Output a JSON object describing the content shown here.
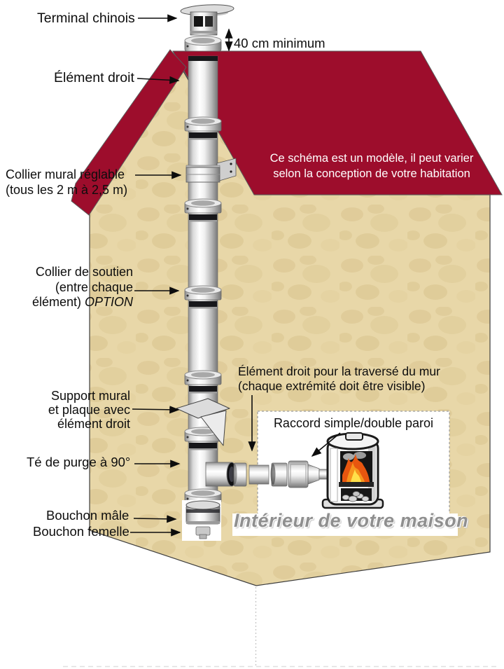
{
  "labels": {
    "terminal_chinois": "Terminal chinois",
    "min_clearance": "40 cm minimum",
    "element_droit": "Élément droit",
    "collier_mural_line1": "Collier mural réglable",
    "collier_mural_line2": "(tous les 2 m à 2,5 m)",
    "roof_note_line1": "Ce schéma est un modèle, il peut varier",
    "roof_note_line2": "selon la conception de votre habitation",
    "collier_soutien_line1": "Collier de soutien",
    "collier_soutien_line2": "(entre chaque",
    "collier_soutien_line3_prefix": "élément) ",
    "collier_soutien_line3_italic": "OPTION",
    "traversee_line1": "Élément droit pour la traversé du mur",
    "traversee_line2": "(chaque extrémité doit être visible)",
    "support_mural_line1": "Support mural",
    "support_mural_line2": "et plaque avec",
    "support_mural_line3": "élément droit",
    "te_purge": "Té de purge à 90°",
    "raccord": "Raccord simple/double paroi",
    "bouchon_male": "Bouchon mâle",
    "bouchon_femelle": "Bouchon femelle",
    "interieur": "Intérieur de votre maison"
  },
  "colors": {
    "roof_red": "#9d0d2c",
    "wall_tan": "#e8d7a8",
    "roof_note_text": "#ffffff",
    "label_text": "#0d0d0d",
    "interieur_gray": "#8f8f8f",
    "flame_orange": "#f7941d",
    "flame_yellow": "#ffe04a"
  }
}
